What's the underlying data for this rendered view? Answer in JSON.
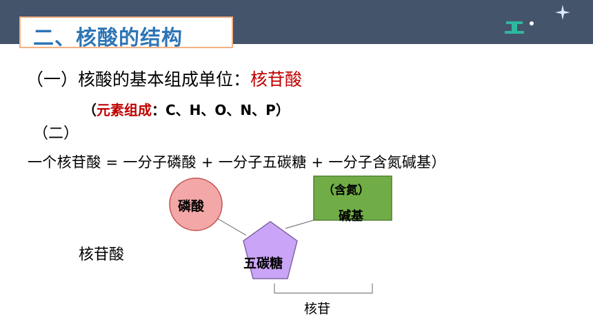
{
  "header": {
    "title": "二、核酸的结构",
    "icons": [
      "logo-icon",
      "sparkle-star-icon"
    ]
  },
  "content": {
    "line1_prefix": "（一）核酸的基本组成单位：",
    "line1_highlight": "核苷酸",
    "line2_open": "（",
    "line2_highlight": "元素组成",
    "line2_rest": "：C、H、O、N、P）",
    "line3": "（二）",
    "line4": "一个核苷酸 = 一分子磷酸 + 一分子五碳糖 + 一分子含氮碱基）"
  },
  "diagram": {
    "phosphate_label": "磷酸",
    "base_label_top": "（含氮）",
    "base_label_bottom": "碱基",
    "sugar_label": "五碳糖",
    "nucleotide_label": "核苷酸",
    "nucleoside_label": "核苷"
  },
  "colors": {
    "header_bar": "#44546a",
    "title_text": "#2e75b6",
    "title_border": "#f4b183",
    "highlight_red": "#c00000",
    "phosphate_fill": "#f4a7a7",
    "sugar_fill": "#c9a4f7",
    "base_fill": "#70ad47"
  }
}
